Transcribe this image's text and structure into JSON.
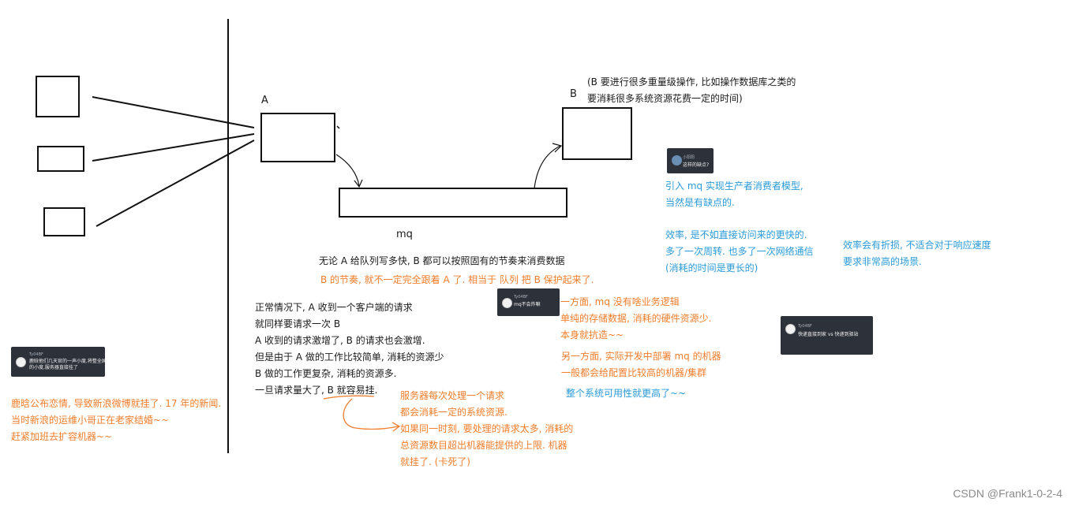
{
  "labels": {
    "a": "A",
    "b": "B",
    "mq": "mq"
  },
  "notes": {
    "b_desc": [
      "(B 要进行很多重量级操作, 比如操作数据库之类的",
      "要消耗很多系统资源花费一定的时间)"
    ],
    "rhythm": "无论 A 给队列写多快, B 都可以按照固有的节奏来消费数据",
    "protect": "B 的节奏, 就不一定完全跟着 A 了. 相当于 队列 把 B 保护起来了.",
    "normal": [
      "正常情况下, A 收到一个客户端的请求",
      "就同样要请求一次 B",
      "A 收到的请求激增了, B 的请求也会激增.",
      "但是由于 A 做的工作比较简单, 消耗的资源少",
      "B 做的工作更复杂, 消耗的资源多.",
      "一旦请求量大了, B 就容易挂."
    ],
    "server": [
      "服务器每次处理一个请求",
      "都会消耗一定的系统资源.",
      "如果同一时刻, 要处理的请求太多, 消耗的",
      "总资源数目超出机器能提供的上限. 机器",
      "就挂了. (卡死了)"
    ],
    "weibo": [
      "鹿晗公布恋情, 导致新浪微博就挂了. 17 年的新闻.",
      "当时新浪的运维小哥正在老家结婚~~",
      "赶紧加班去扩容机器~~"
    ],
    "mq_reason1": [
      "一方面, mq 没有啥业务逻辑",
      "单纯的存储数据, 消耗的硬件资源少.",
      "本身就抗造~~"
    ],
    "mq_reason2": [
      "另一方面, 实际开发中部署 mq 的机器",
      "一般都会给配置比较高的机器/集群"
    ],
    "availability": "整个系统可用性就更高了~~",
    "drawback": [
      "引入 mq 实现生产者消费者模型,",
      "当然是有缺点的."
    ],
    "efficiency": [
      "效率, 是不如直接访问来的更快的.",
      "多了一次周转. 也多了一次网络通信",
      " (消耗的时间是更长的)"
    ],
    "efficiency2": [
      "效率会有折损, 不适合对于响应速度",
      "要求非常高的场景."
    ]
  },
  "chats": {
    "weibo_chat": {
      "name": "Ty04BF",
      "message": [
        "鹿晗他们几天官的一声小度,将整全国",
        "的小度,服务器直接挂了"
      ]
    },
    "drawback_chat": {
      "name": "小阳阳",
      "message": [
        "这样的缺点?"
      ]
    },
    "mq_chat": {
      "name": "Ty04BF",
      "message": [
        "mq不会炸嘛"
      ]
    },
    "delivery_chat": {
      "name": "Ty04BF",
      "message": [
        "快递直接到家 vs 快递到驿站"
      ]
    }
  },
  "watermark": "CSDN @Frank1-0-2-4",
  "colors": {
    "orange": "#f07d2c",
    "blue": "#2a9ad8",
    "chat_bg": "#2c313a",
    "ink": "#1a1a1a"
  }
}
